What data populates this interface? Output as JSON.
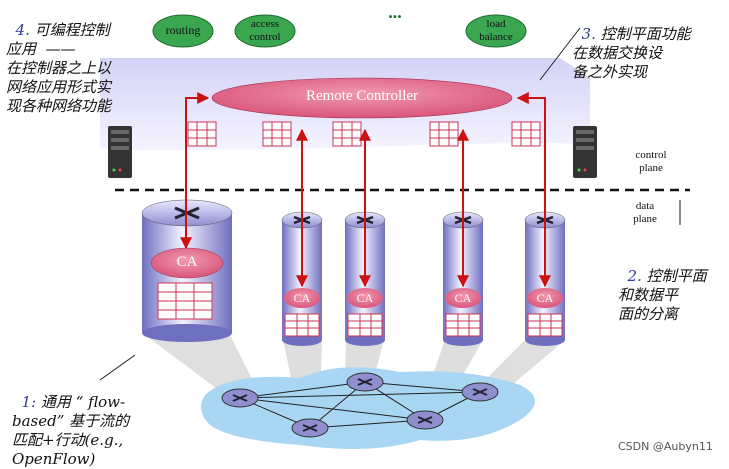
{
  "apps": [
    {
      "label": "routing"
    },
    {
      "label": "access\ncontrol"
    },
    {
      "label": "..."
    },
    {
      "label": "load\nbalance"
    }
  ],
  "controller": {
    "label": "Remote Controller"
  },
  "agent_label": "CA",
  "plane_labels": {
    "control": "control\nplane",
    "data": "data\nplane"
  },
  "notes": {
    "n4_num": "4.",
    "n4_text": " 可编程控制\n应用  ——\n在控制器之上以\n网络应用形式实\n现各种网络功能",
    "n3_num": "3.",
    "n3_text": " 控制平面功能\n在数据交换设\n备之外实现",
    "n2_num": "2.",
    "n2_text": " 控制平面\n和数据平\n面的分离",
    "n1_num": "1:",
    "n1_text": " 通用 “ flow-\nbased” 基于流的\n匹配+行动(e.g.,\nOpenFlow)"
  },
  "watermark": "CSDN @Aubyn11",
  "colors": {
    "green": "#3aa650",
    "red": "#e05a7a",
    "arrow": "#cc1111",
    "lavender": "#c9c8ef",
    "water": "#aad8f5"
  }
}
